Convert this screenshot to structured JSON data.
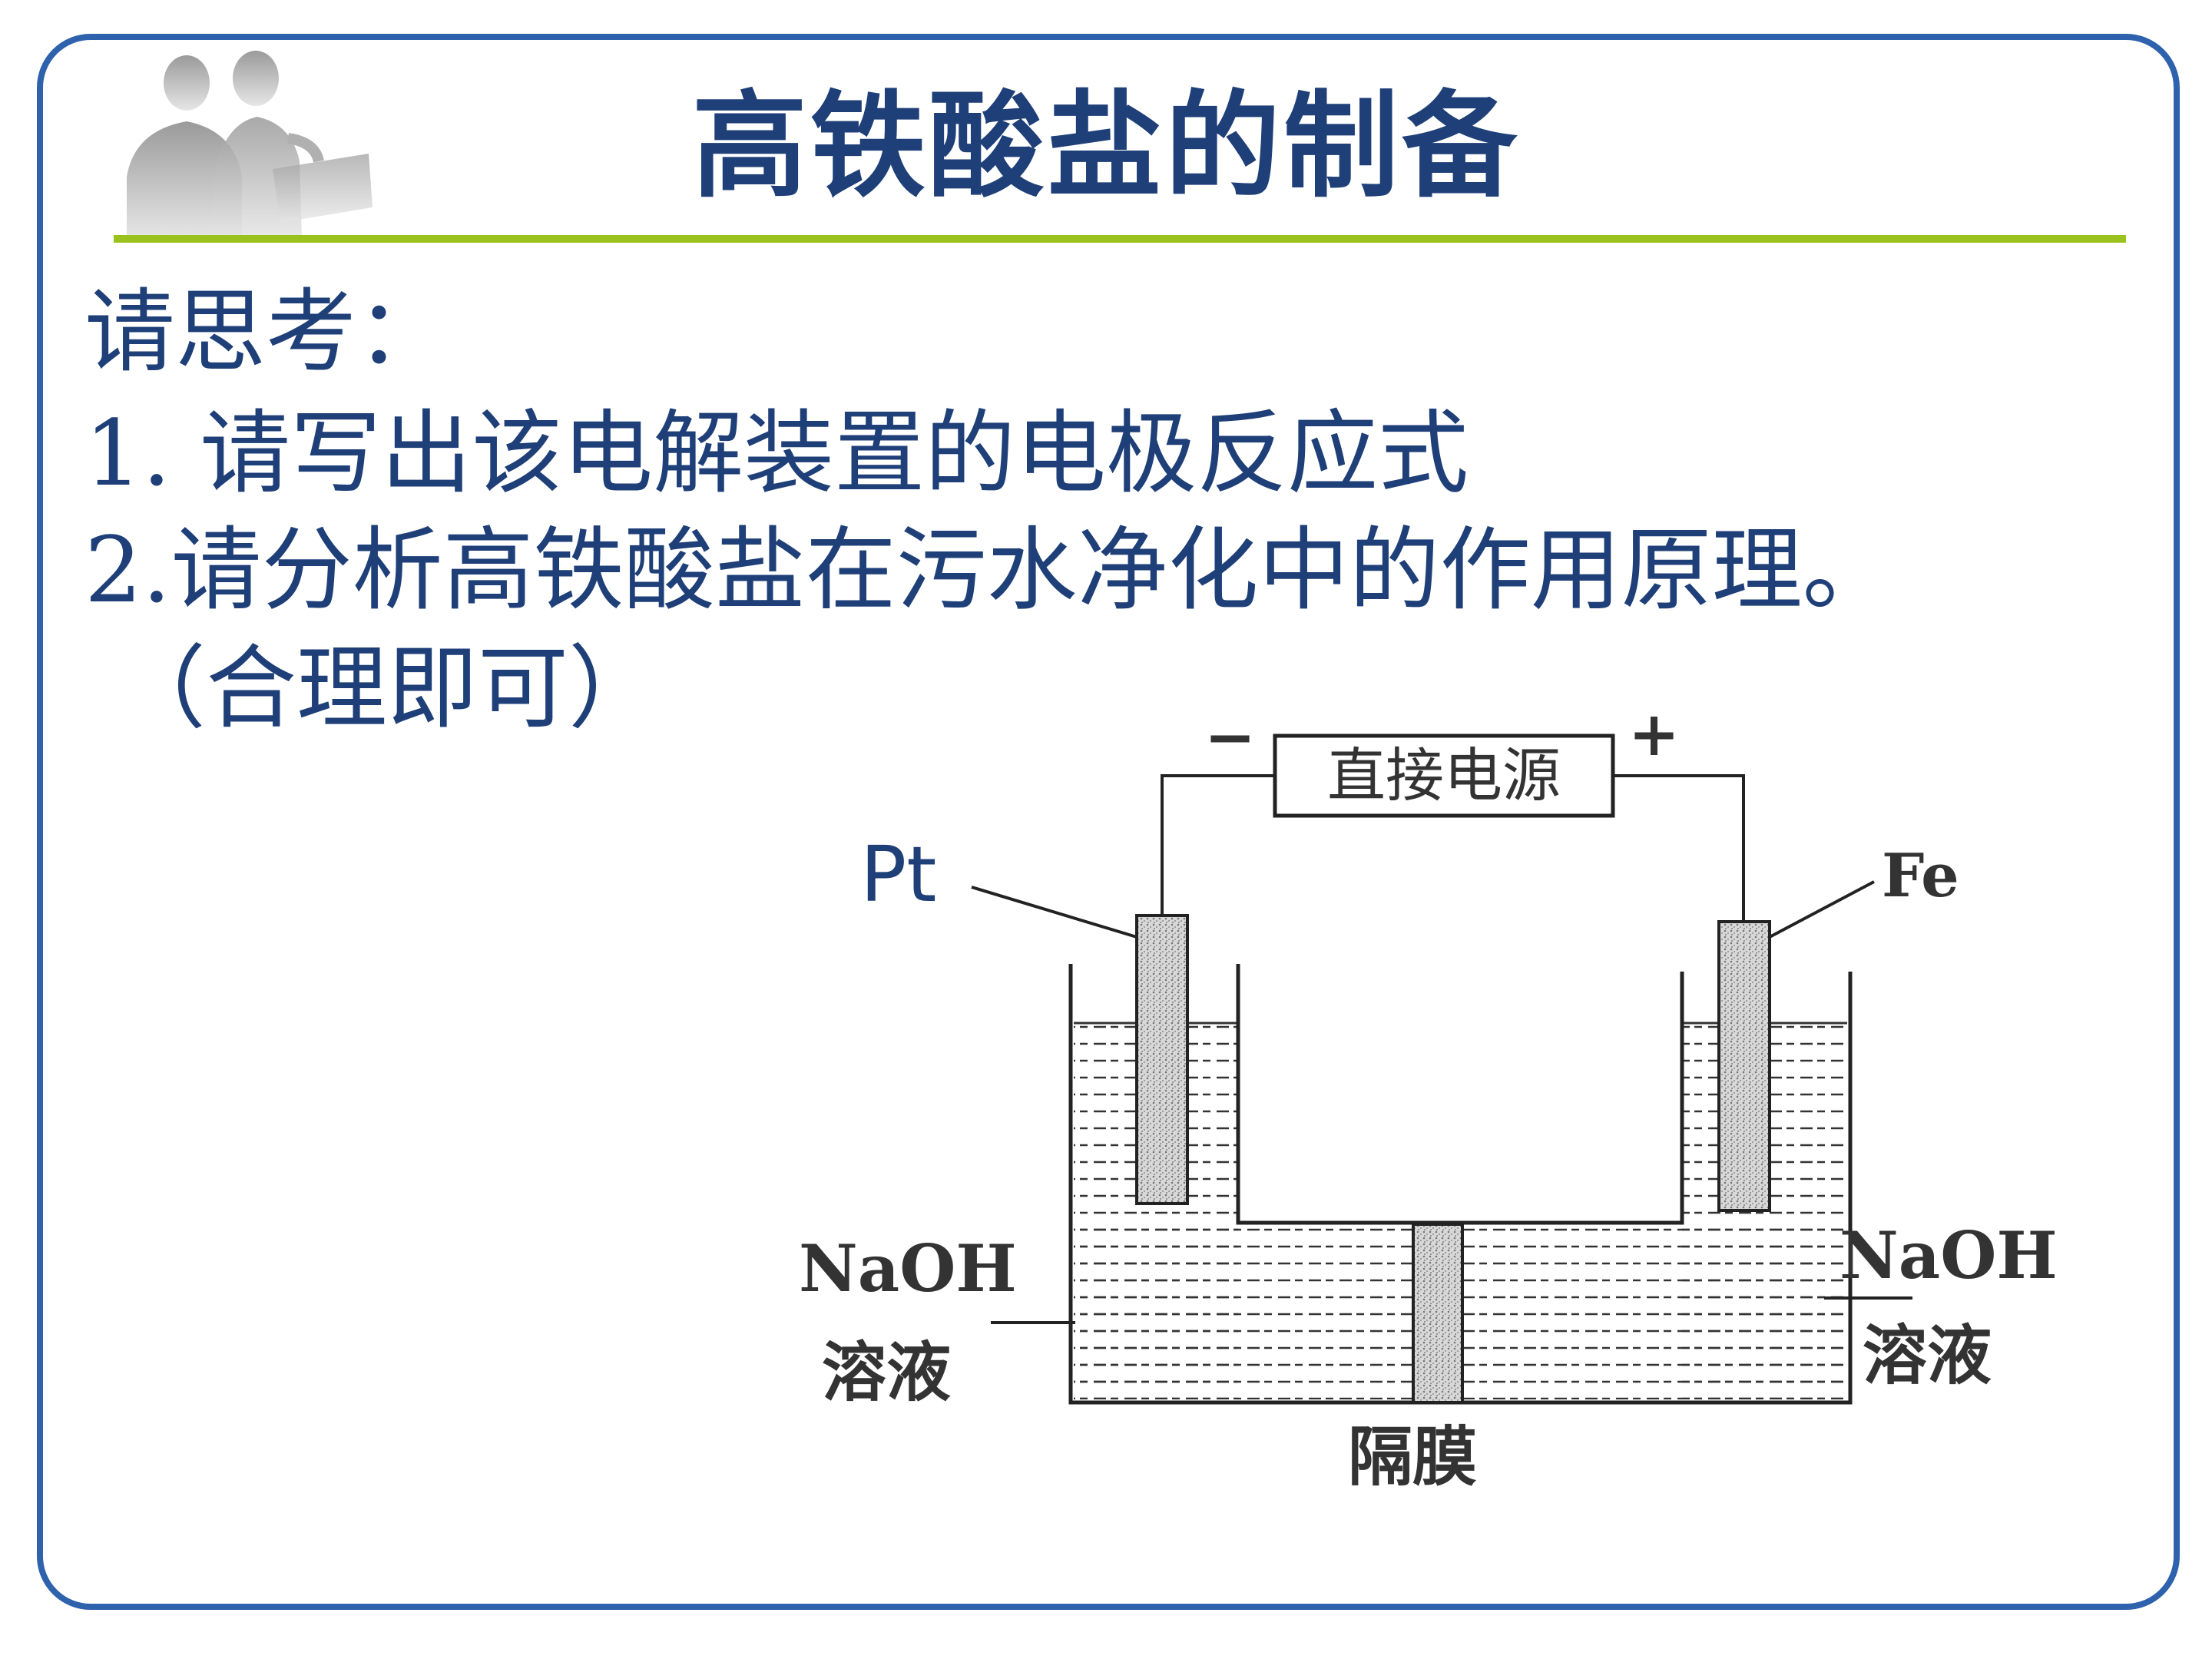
{
  "slide": {
    "title": "高铁酸盐的制备",
    "lines": [
      "请思考：",
      "1.  请写出该电解装置的电极反应式",
      "2.请分析高铁酸盐在污水净化中的作用原理。",
      "（合理即可）"
    ]
  },
  "diagram": {
    "power_source": "直接电源",
    "neg_sign": "−",
    "pos_sign": "+",
    "left_electrode": "Pt",
    "right_electrode": "Fe",
    "left_solution_line1": "NaOH",
    "left_solution_line2": "溶液",
    "right_solution_line1": "NaOH",
    "right_solution_line2": "溶液",
    "membrane": "隔膜"
  },
  "colors": {
    "frame": "#2f62ac",
    "title_text": "#1f3f78",
    "title_rule": "#99c31c",
    "pt_label": "#1f3f78"
  }
}
